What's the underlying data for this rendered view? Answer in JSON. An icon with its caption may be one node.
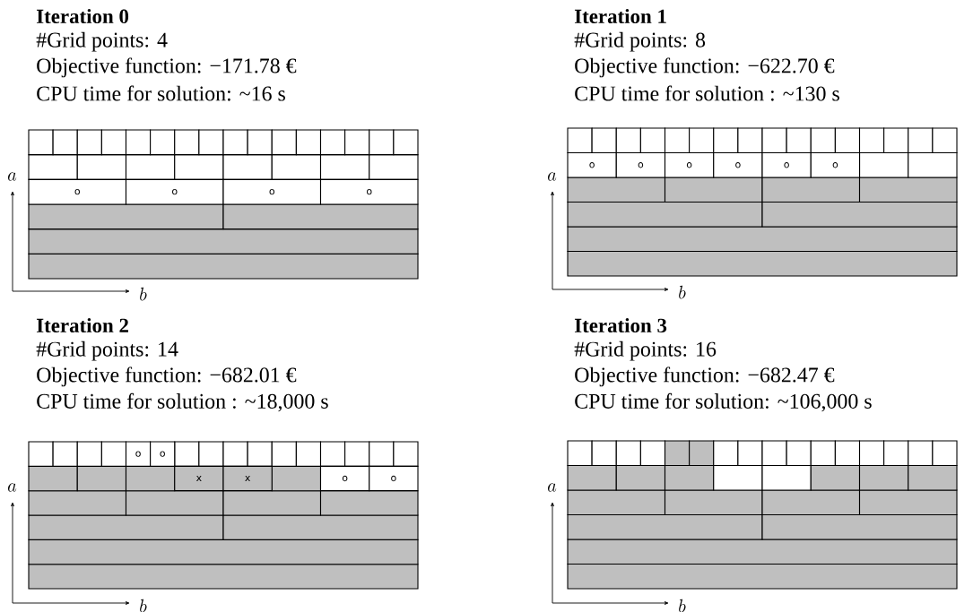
{
  "diagram": {
    "nodes": [
      {
        "text": [
          "o"
        ]
      },
      {
        "text": [
          "o"
        ]
      },
      {
        "text": [
          "o"
        ]
      },
      {
        "text": [
          "o"
        ]
      },
      {
        "text": [
          "o"
        ]
      },
      {
        "text": [
          "o"
        ]
      },
      {
        "text": [
          "o"
        ]
      },
      {
        "text": [
          "o"
        ]
      },
      {
        "text": [
          "o"
        ]
      },
      {
        "text": [
          "o"
        ]
      },
      {
        "text": [
          "o"
        ]
      },
      {
        "text": [
          "o"
        ]
      },
      {
        "text": [
          "x"
        ]
      },
      {
        "text": [
          "x"
        ]
      },
      {
        "text": [
          "o"
        ]
      },
      {
        "text": [
          "o"
        ]
      }
    ],
    "labels": [
      "Iteration 0",
      "#Grid points: 4",
      "Objective function: −171.78 €",
      "CPU time for solution: ~16 s",
      "a",
      "b",
      "Iteration 1",
      "#Grid points: 8",
      "Objective function: −622.70 €",
      "CPU time for solution : ~130 s",
      "a",
      "b",
      "Iteration 2",
      "#Grid points: 14",
      "Objective function: −682.01 €",
      "CPU time for solution : ~18,000 s",
      "a",
      "b",
      "Iteration 3",
      "#Grid points: 16",
      "Objective function: −682.47 €",
      "CPU time for solution: ~106,000 s",
      "a",
      "b"
    ]
  }
}
